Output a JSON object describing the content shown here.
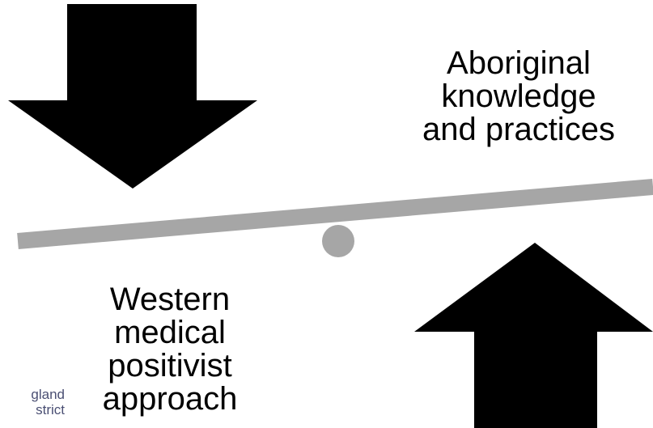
{
  "diagram": {
    "labels": {
      "top_right": [
        "Aboriginal",
        "knowledge",
        "and practices"
      ],
      "bottom_left": [
        "Western",
        "medical",
        "positivist",
        "approach"
      ]
    },
    "logo_fragment": [
      "gland",
      "strict"
    ],
    "colors": {
      "arrow": "#000000",
      "beam": "#a6a6a6",
      "fulcrum": "#a6a6a6",
      "text": "#000000",
      "logo_text": "#4a4f73"
    },
    "arrows": [
      {
        "name": "down-arrow",
        "direction": "down"
      },
      {
        "name": "up-arrow",
        "direction": "up"
      }
    ]
  }
}
